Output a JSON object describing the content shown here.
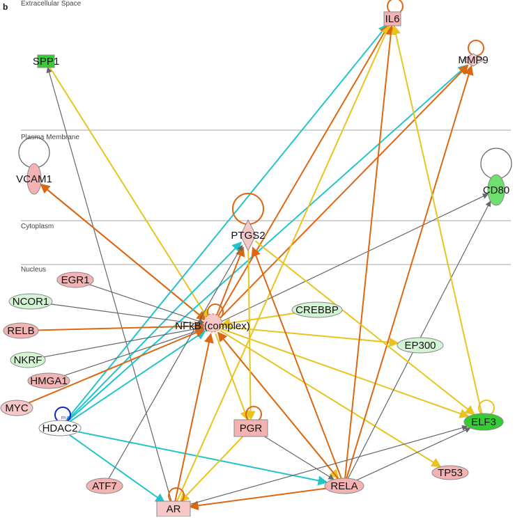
{
  "panel_label": "b",
  "colors": {
    "red_fill": "#f4b3b3",
    "light_red_fill": "#f6c8c8",
    "light_green_fill": "#d4f5d4",
    "green_fill": "#6ee06e",
    "bright_green_fill": "#33cc33",
    "edge_orange": "#dd6611",
    "edge_yellow": "#e8c41c",
    "edge_cyan": "#22c4cc",
    "edge_gray": "#666666",
    "edge_blue": "#1122cc",
    "layer_line": "#888888"
  },
  "layers": [
    {
      "id": "extracellular",
      "label": "Extracellular Space"
    },
    {
      "id": "plasma_membrane",
      "label": "Plasma Membrane"
    },
    {
      "id": "cytoplasm",
      "label": "Cytoplasm"
    },
    {
      "id": "nucleus",
      "label": "Nucleus"
    }
  ],
  "nodes": [
    {
      "id": "IL6",
      "label": "IL6",
      "shape": "rect",
      "fill": "red",
      "layer": "extracellular"
    },
    {
      "id": "SPP1",
      "label": "SPP1",
      "shape": "rect",
      "fill": "bright_green",
      "layer": "extracellular"
    },
    {
      "id": "MMP9",
      "label": "MMP9",
      "shape": "diamond",
      "fill": "light_red",
      "layer": "extracellular"
    },
    {
      "id": "VCAM1",
      "label": "VCAM1",
      "shape": "ellipse",
      "fill": "red",
      "layer": "plasma_membrane"
    },
    {
      "id": "CD80",
      "label": "CD80",
      "shape": "ellipse",
      "fill": "green",
      "layer": "plasma_membrane"
    },
    {
      "id": "PTGS2",
      "label": "PTGS2",
      "shape": "diamond",
      "fill": "light_red",
      "layer": "cytoplasm"
    },
    {
      "id": "EGR1",
      "label": "EGR1",
      "shape": "ellipse",
      "fill": "red",
      "layer": "nucleus"
    },
    {
      "id": "NCOR1",
      "label": "NCOR1",
      "shape": "ellipse",
      "fill": "light_green",
      "layer": "nucleus"
    },
    {
      "id": "RELB",
      "label": "RELB",
      "shape": "ellipse",
      "fill": "red",
      "layer": "nucleus"
    },
    {
      "id": "NKRF",
      "label": "NKRF",
      "shape": "ellipse",
      "fill": "light_green",
      "layer": "nucleus"
    },
    {
      "id": "HMGA1",
      "label": "HMGA1",
      "shape": "ellipse",
      "fill": "red",
      "layer": "nucleus"
    },
    {
      "id": "MYC",
      "label": "MYC",
      "shape": "ellipse",
      "fill": "light_red",
      "layer": "nucleus"
    },
    {
      "id": "HDAC2",
      "label": "HDAC2",
      "shape": "ellipse",
      "fill": "white",
      "layer": "nucleus"
    },
    {
      "id": "NFKB",
      "label": "NFkB (complex)",
      "shape": "complex",
      "fill": "light_red",
      "layer": "nucleus"
    },
    {
      "id": "CREBBP",
      "label": "CREBBP",
      "shape": "ellipse",
      "fill": "light_green",
      "layer": "nucleus"
    },
    {
      "id": "EP300",
      "label": "EP300",
      "shape": "ellipse",
      "fill": "light_green",
      "layer": "nucleus"
    },
    {
      "id": "PGR",
      "label": "PGR",
      "shape": "rect",
      "fill": "red",
      "layer": "nucleus"
    },
    {
      "id": "ELF3",
      "label": "ELF3",
      "shape": "ellipse",
      "fill": "bright_green",
      "layer": "nucleus"
    },
    {
      "id": "ATF7",
      "label": "ATF7",
      "shape": "ellipse",
      "fill": "red",
      "layer": "nucleus"
    },
    {
      "id": "AR",
      "label": "AR",
      "shape": "rect",
      "fill": "light_red",
      "layer": "nucleus"
    },
    {
      "id": "RELA",
      "label": "RELA",
      "shape": "ellipse",
      "fill": "red",
      "layer": "nucleus"
    },
    {
      "id": "TP53",
      "label": "TP53",
      "shape": "ellipse",
      "fill": "red",
      "layer": "nucleus"
    }
  ],
  "edges": [
    {
      "from": "AR",
      "to": "SPP1",
      "color": "gray"
    },
    {
      "from": "SPP1",
      "to": "NFKB",
      "color": "yellow"
    },
    {
      "from": "NFKB",
      "to": "VCAM1",
      "color": "orange"
    },
    {
      "from": "VCAM1",
      "to": "NFKB",
      "color": "orange"
    },
    {
      "from": "HDAC2",
      "to": "IL6",
      "color": "cyan"
    },
    {
      "from": "HDAC2",
      "to": "MMP9",
      "color": "cyan"
    },
    {
      "from": "HDAC2",
      "to": "PTGS2",
      "color": "cyan"
    },
    {
      "from": "HDAC2",
      "to": "NFKB",
      "color": "cyan"
    },
    {
      "from": "HDAC2",
      "to": "AR",
      "color": "cyan"
    },
    {
      "from": "HDAC2",
      "to": "RELA",
      "color": "cyan"
    },
    {
      "from": "NFKB",
      "to": "IL6",
      "color": "orange"
    },
    {
      "from": "NFKB",
      "to": "MMP9",
      "color": "orange"
    },
    {
      "from": "NFKB",
      "to": "CD80",
      "color": "gray"
    },
    {
      "from": "NFKB",
      "to": "PTGS2",
      "color": "orange"
    },
    {
      "from": "NFKB",
      "to": "PGR",
      "color": "yellow"
    },
    {
      "from": "NFKB",
      "to": "ELF3",
      "color": "yellow"
    },
    {
      "from": "NFKB",
      "to": "TP53",
      "color": "yellow"
    },
    {
      "from": "NFKB",
      "to": "RELA",
      "color": "yellow"
    },
    {
      "from": "NFKB",
      "to": "EP300",
      "color": "yellow"
    },
    {
      "from": "CREBBP",
      "to": "NFKB",
      "color": "yellow"
    },
    {
      "from": "EGR1",
      "to": "NFKB",
      "color": "gray"
    },
    {
      "from": "NCOR1",
      "to": "NFKB",
      "color": "gray"
    },
    {
      "from": "RELB",
      "to": "NFKB",
      "color": "orange"
    },
    {
      "from": "NKRF",
      "to": "NFKB",
      "color": "gray"
    },
    {
      "from": "HMGA1",
      "to": "NFKB",
      "color": "gray"
    },
    {
      "from": "MYC",
      "to": "NFKB",
      "color": "orange"
    },
    {
      "from": "ATF7",
      "to": "PTGS2",
      "color": "gray"
    },
    {
      "from": "AR",
      "to": "IL6",
      "color": "yellow"
    },
    {
      "from": "AR",
      "to": "NFKB",
      "color": "orange"
    },
    {
      "from": "RELA",
      "to": "AR",
      "color": "orange"
    },
    {
      "from": "RELA",
      "to": "IL6",
      "color": "orange"
    },
    {
      "from": "RELA",
      "to": "MMP9",
      "color": "orange"
    },
    {
      "from": "RELA",
      "to": "CD80",
      "color": "gray"
    },
    {
      "from": "RELA",
      "to": "ELF3",
      "color": "gray"
    },
    {
      "from": "RELA",
      "to": "NFKB",
      "color": "orange"
    },
    {
      "from": "RELA",
      "to": "PTGS2",
      "color": "orange"
    },
    {
      "from": "PGR",
      "to": "AR",
      "color": "yellow"
    },
    {
      "from": "PGR",
      "to": "RELA",
      "color": "gray"
    },
    {
      "from": "PTGS2",
      "to": "PGR",
      "color": "yellow"
    },
    {
      "from": "PTGS2",
      "to": "ELF3",
      "color": "yellow"
    },
    {
      "from": "ELF3",
      "to": "IL6",
      "color": "yellow"
    },
    {
      "from": "AR",
      "to": "ELF3",
      "color": "gray"
    },
    {
      "from": "ATF7",
      "to": "AR",
      "color": "none"
    }
  ],
  "self_loops": [
    {
      "node": "IL6",
      "color": "orange"
    },
    {
      "node": "MMP9",
      "color": "orange"
    },
    {
      "node": "VCAM1",
      "color": "gray"
    },
    {
      "node": "CD80",
      "color": "gray"
    },
    {
      "node": "PTGS2",
      "color": "orange"
    },
    {
      "node": "NFKB",
      "color": "orange"
    },
    {
      "node": "HDAC2",
      "color": "blue"
    },
    {
      "node": "PGR",
      "color": "orange"
    },
    {
      "node": "AR",
      "color": "orange"
    },
    {
      "node": "ELF3",
      "color": "yellow"
    }
  ],
  "hdac2_loop_label": "P/I (5)"
}
